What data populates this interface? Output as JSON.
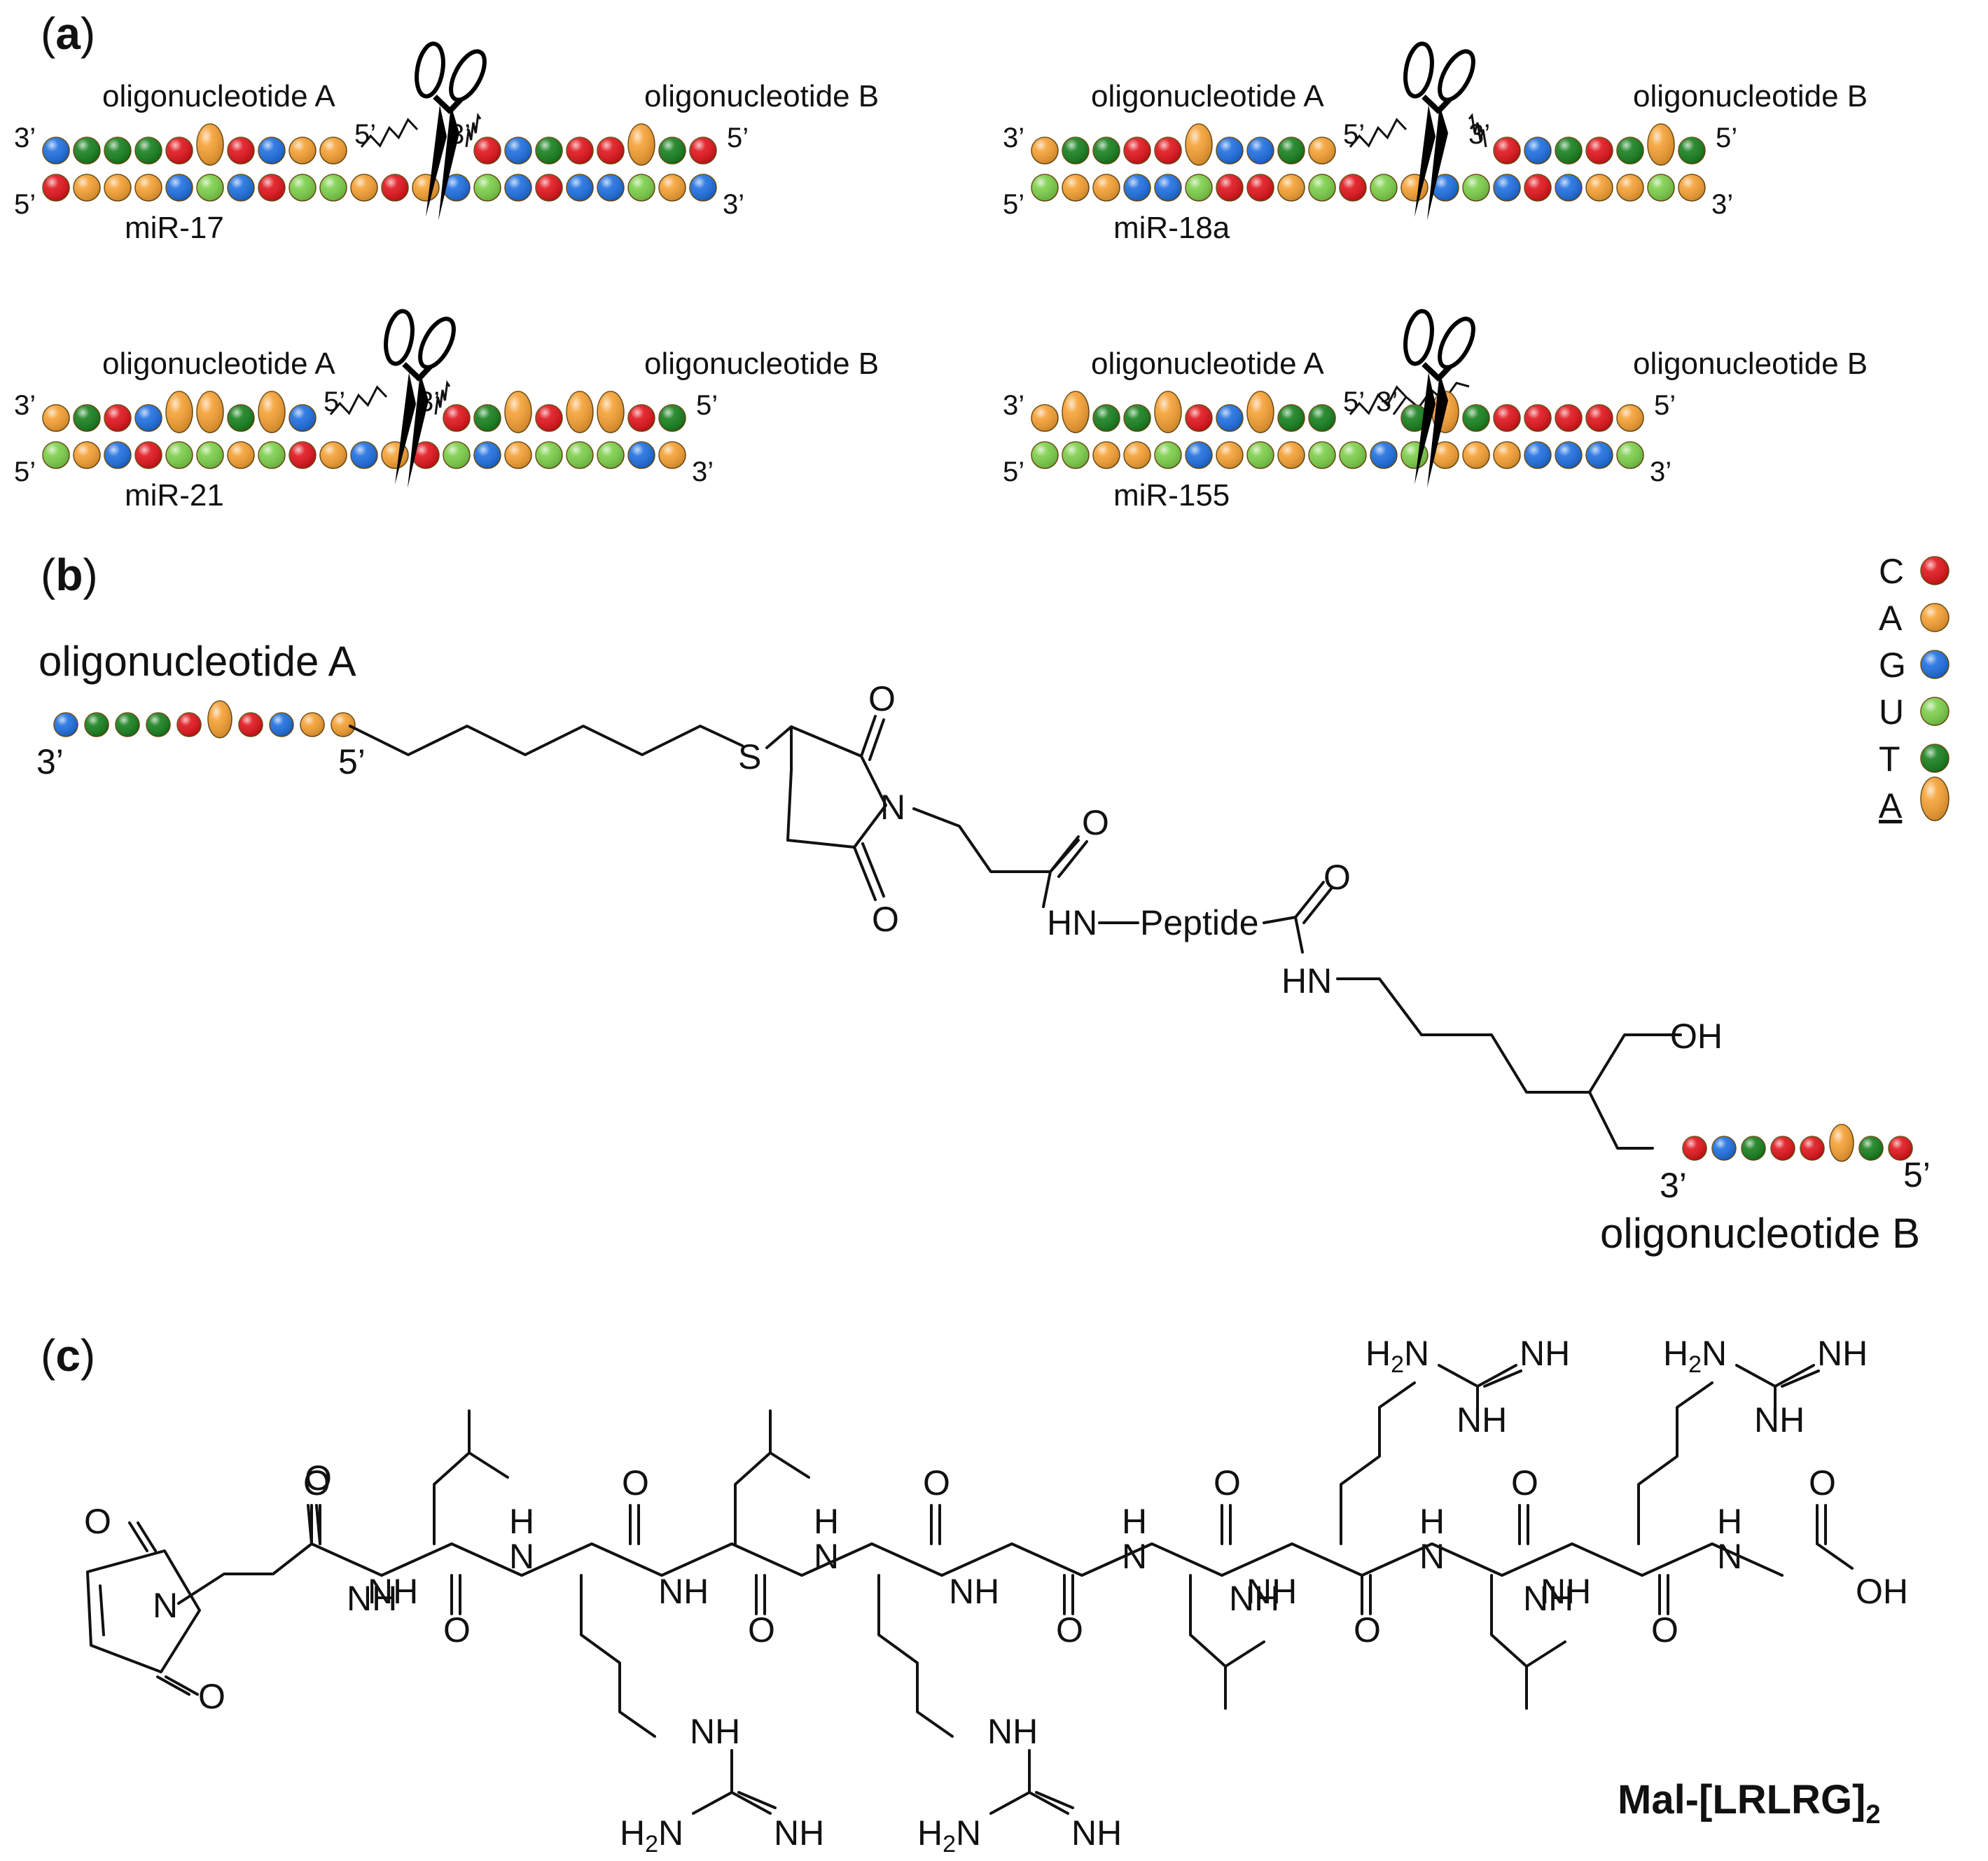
{
  "panel_labels": {
    "a": "a",
    "b": "b",
    "c": "c"
  },
  "colors": {
    "C": "#e0141c",
    "A": "#f5a033",
    "G": "#1e6fe0",
    "U": "#7ccf4a",
    "T": "#17801e",
    "A_mod": "#f5a033"
  },
  "legend": [
    {
      "letter": "C",
      "base": "C"
    },
    {
      "letter": "A",
      "base": "A"
    },
    {
      "letter": "G",
      "base": "G"
    },
    {
      "letter": "U",
      "base": "U"
    },
    {
      "letter": "T",
      "base": "T"
    },
    {
      "letter": "A",
      "base": "A_mod",
      "underline": true
    }
  ],
  "duplexes": [
    {
      "mirna": "miR-17",
      "oligoA": "oligonucleotide A",
      "oligoB": "oligonucleotide B",
      "top_left": "3’",
      "top_right": "5’",
      "bottom_left": "5’",
      "bottom_right": "3’",
      "linker_A_end": "5’",
      "linker_B_end": "3’",
      "topA": [
        "G",
        "T",
        "T",
        "T",
        "C",
        "A_mod",
        "C",
        "G",
        "A",
        "A"
      ],
      "topB": [
        "C",
        "G",
        "T",
        "C",
        "C",
        "A_mod",
        "T",
        "C"
      ],
      "bottom": [
        "C",
        "A",
        "A",
        "A",
        "G",
        "U",
        "G",
        "C",
        "U",
        "U",
        "A",
        "C",
        "A",
        "G",
        "U",
        "G",
        "C",
        "G",
        "G",
        "U",
        "A",
        "G"
      ]
    },
    {
      "mirna": "miR-18a",
      "oligoA": "oligonucleotide A",
      "oligoB": "oligonucleotide B",
      "top_left": "3’",
      "top_right": "5’",
      "bottom_left": "5’",
      "bottom_right": "3’",
      "linker_A_end": "5’",
      "linker_B_end": "3’",
      "topA": [
        "A",
        "T",
        "T",
        "C",
        "C",
        "A_mod",
        "G",
        "G",
        "T",
        "A"
      ],
      "topB": [
        "C",
        "G",
        "T",
        "C",
        "T",
        "A_mod",
        "T"
      ],
      "bottom": [
        "U",
        "A",
        "A",
        "G",
        "G",
        "U",
        "C",
        "C",
        "A",
        "U",
        "C",
        "U",
        "A",
        "G",
        "U",
        "G",
        "C",
        "G",
        "A",
        "A",
        "U",
        "A"
      ]
    },
    {
      "mirna": "miR-21",
      "oligoA": "oligonucleotide A",
      "oligoB": "oligonucleotide B",
      "top_left": "3’",
      "top_right": "5’",
      "bottom_left": "5’",
      "bottom_right": "3’",
      "linker_A_end": "5’",
      "linker_B_end": "3’",
      "topA": [
        "A",
        "T",
        "C",
        "G",
        "A_mod",
        "A_mod",
        "T",
        "A_mod",
        "G"
      ],
      "topB": [
        "C",
        "T",
        "A_mod",
        "C",
        "A_mod",
        "A_mod",
        "C",
        "T"
      ],
      "bottom": [
        "U",
        "A",
        "G",
        "C",
        "U",
        "U",
        "A",
        "U",
        "C",
        "A",
        "G",
        "A",
        "C",
        "U",
        "G",
        "A",
        "U",
        "U",
        "U",
        "G",
        "A"
      ]
    },
    {
      "mirna": "miR-155",
      "oligoA": "oligonucleotide A",
      "oligoB": "oligonucleotide B",
      "top_left": "3’",
      "top_right": "5’",
      "bottom_left": "5’",
      "bottom_right": "3’",
      "linker_A_end": "5’",
      "linker_B_end": "3’",
      "topA": [
        "A",
        "A_mod",
        "T",
        "T",
        "A_mod",
        "C",
        "G",
        "A_mod",
        "T",
        "T"
      ],
      "topB": [
        "T",
        "A_mod",
        "T",
        "C",
        "C",
        "C",
        "C",
        "A"
      ],
      "bottom": [
        "U",
        "U",
        "A",
        "A",
        "U",
        "G",
        "A",
        "U",
        "A",
        "U",
        "U",
        "G",
        "U",
        "A",
        "A",
        "A",
        "G",
        "G",
        "G",
        "U"
      ]
    }
  ],
  "panel_b": {
    "oligoA_label": "oligonucleotide A",
    "oligoB_label": "oligonucleotide B",
    "oligoA_beads": [
      "G",
      "T",
      "T",
      "T",
      "C",
      "A_mod",
      "C",
      "G",
      "A",
      "A"
    ],
    "oligoB_beads": [
      "C",
      "G",
      "T",
      "C",
      "C",
      "A_mod",
      "T",
      "C"
    ],
    "oligoA_3": "3’",
    "oligoA_5": "5’",
    "oligoB_3": "3’",
    "oligoB_5": "5’",
    "S": "S",
    "N": "N",
    "O1": "O",
    "O2": "O",
    "O3": "O",
    "O4": "O",
    "HN1": "HN",
    "peptide": "Peptide",
    "HN2": "HN",
    "OH": "OH"
  },
  "panel_c": {
    "title_main": "Mal-[LRLRG]",
    "title_sub": "2",
    "O": "O",
    "N": "N",
    "NH": "NH",
    "H": "H",
    "OH": "OH",
    "H2N_H": "H",
    "H2N_2": "2",
    "H2N_N": "N"
  }
}
